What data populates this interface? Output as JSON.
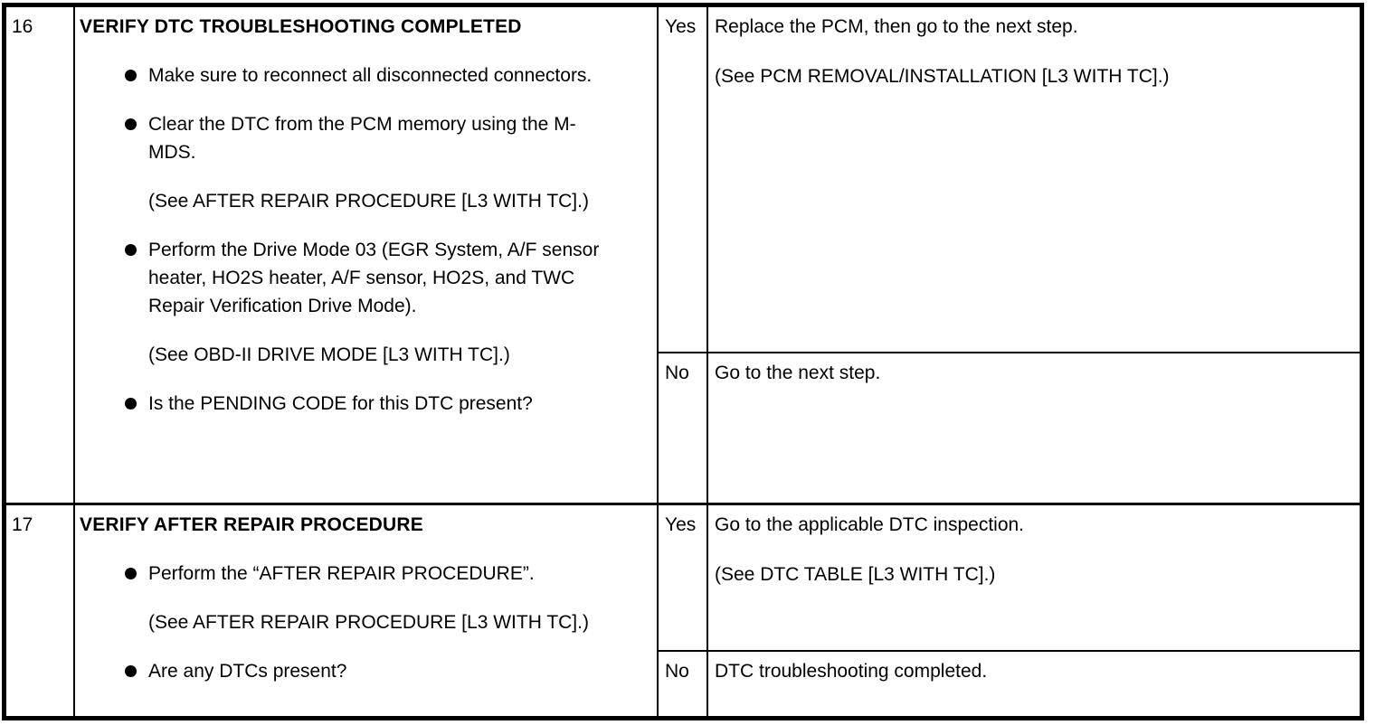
{
  "table": {
    "kind": "dtc-troubleshooting-table",
    "text_color": "#000000",
    "border_color": "#000000",
    "background_color": "#ffffff"
  },
  "steps": [
    {
      "step": "16",
      "title": "VERIFY DTC TROUBLESHOOTING COMPLETED",
      "bullets": [
        {
          "text": "Make sure to reconnect all disconnected connectors."
        },
        {
          "text": "Clear the DTC from the PCM memory using the M-MDS.",
          "note": "(See AFTER REPAIR PROCEDURE [L3 WITH TC].)"
        },
        {
          "text": "Perform the Drive Mode 03 (EGR System, A/F sensor heater, HO2S heater, A/F sensor, HO2S, and TWC Repair Verification Drive Mode).",
          "note": "(See OBD-II DRIVE MODE [L3 WITH TC].)"
        },
        {
          "text": "Is the PENDING CODE for this DTC present?"
        }
      ],
      "yes": {
        "label": "Yes",
        "text": "Replace the PCM, then go to the next step.",
        "note": "(See PCM REMOVAL/INSTALLATION [L3 WITH TC].)"
      },
      "no": {
        "label": "No",
        "text": "Go to the next step."
      }
    },
    {
      "step": "17",
      "title": "VERIFY AFTER REPAIR PROCEDURE",
      "bullets": [
        {
          "text": "Perform the “AFTER REPAIR PROCEDURE”.",
          "note": "(See AFTER REPAIR PROCEDURE [L3 WITH TC].)"
        },
        {
          "text": "Are any DTCs present?"
        }
      ],
      "yes": {
        "label": "Yes",
        "text": "Go to the applicable DTC inspection.",
        "note": "(See DTC TABLE [L3 WITH TC].)"
      },
      "no": {
        "label": "No",
        "text": "DTC troubleshooting completed."
      }
    }
  ]
}
